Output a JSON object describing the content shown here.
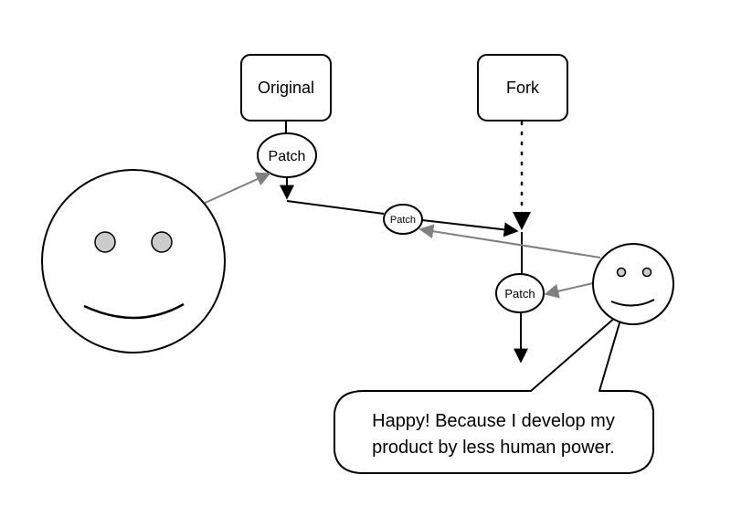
{
  "nodes": {
    "original": {
      "label": "Original"
    },
    "fork": {
      "label": "Fork"
    },
    "patch_original": {
      "label": "Patch"
    },
    "patch_transfer": {
      "label": "Patch"
    },
    "patch_fork": {
      "label": "Patch"
    }
  },
  "speech_bubble": {
    "line1": "Happy! Because I develop my",
    "line2": "product by less human power."
  },
  "colors": {
    "stroke": "#000000",
    "gray_arrow": "#808080",
    "eye_fill": "#cccccc",
    "background": "#ffffff"
  }
}
